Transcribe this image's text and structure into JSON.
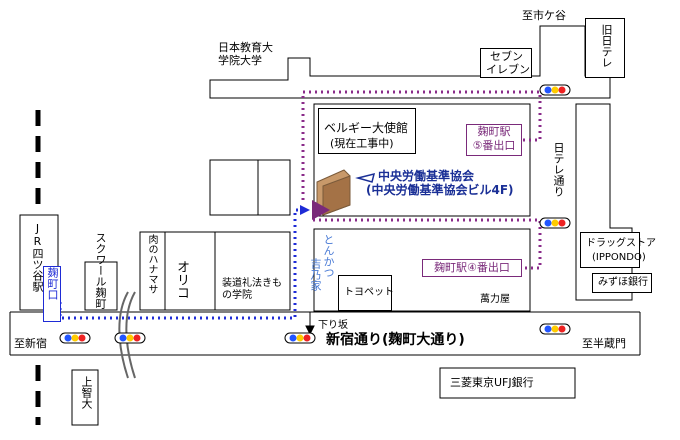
{
  "landmarks": {
    "ichigaya": "至市ケ谷",
    "nittele_old": "旧日テレ",
    "nihon_kyoiku_1": "日本教育大",
    "nihon_kyoiku_2": "学院大学",
    "seven_1": "セブン",
    "seven_2": "イレブン",
    "belgium_1": "ベルギー大使館",
    "belgium_2": "(現在工事中)",
    "exit5_1": "麹町駅",
    "exit5_2": "⑤番出口",
    "nittele_dori": "日テレ通り",
    "target_1": "中央労働基準協会",
    "target_2": "(中央労働基準協会ビル4F)",
    "jr_station": "JR四ツ谷駅",
    "kojimachi_exit": "麹町口",
    "squale": "スクワール麹町",
    "hananomasa": "肉のハナマサ",
    "orico": "オリコ",
    "soubi": "装道礼法きもの学院",
    "tonkatsu": "とんかつ",
    "yoshinoya": "吉乃家",
    "toyopet": "トヨペット",
    "exit4": "麹町駅④番出口",
    "mannen": "萬力屋",
    "drugstore_1": "ドラッグストア",
    "drugstore_2": "(IPPONDO)",
    "mizuho": "みずほ銀行",
    "shinjuku": "至新宿",
    "shinjuku_dori": "新宿通り(麹町大通り)",
    "shimozaka": "下り坂",
    "hanzomon": "至半蔵門",
    "mufg": "三菱東京UFJ銀行",
    "sophia": "上智大"
  },
  "colors": {
    "road_outline": "#000000",
    "route_purple": "#8a2b8a",
    "route_blue": "#1e2bd6",
    "target_building": "#c8996a",
    "target_text": "#1a2f96",
    "tonkatsu_text": "#4b7cd6"
  },
  "icons": [
    "traffic-light-icon",
    "arrow-icon",
    "railway-track-icon"
  ]
}
